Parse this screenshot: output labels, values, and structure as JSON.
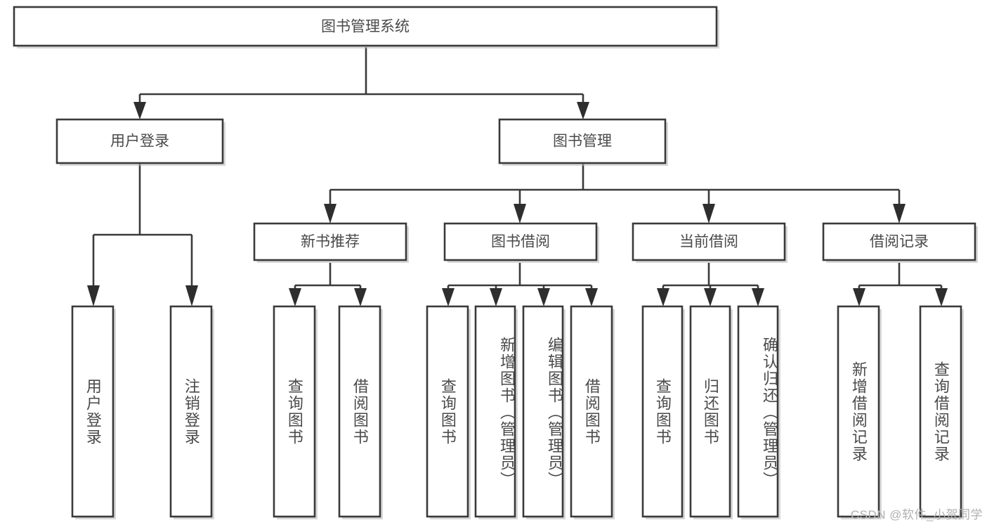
{
  "diagram": {
    "title": "图书管理系统",
    "type": "tree-hierarchy",
    "orientation": "top-down",
    "watermark": "CSDN @软件_小贺同学",
    "colors": {
      "box_stroke": "#3a3a3a",
      "box_fill": "#ffffff",
      "label_text": "#4a4a4a",
      "edge": "#3a3a3a",
      "watermark_text": "#b0b0b0",
      "background": "#ffffff"
    },
    "nodes": {
      "root": {
        "label": "图书管理系统",
        "level": 0
      },
      "user_login": {
        "label": "用户登录",
        "level": 1
      },
      "book_manage": {
        "label": "图书管理",
        "level": 1
      },
      "new_book_rec": {
        "label": "新书推荐",
        "level": 2
      },
      "book_borrow": {
        "label": "图书借阅",
        "level": 2
      },
      "current_borrow": {
        "label": "当前借阅",
        "level": 2
      },
      "borrow_record": {
        "label": "借阅记录",
        "level": 2
      },
      "leaf_user_login": {
        "label": "用户登录",
        "level": 2
      },
      "leaf_user_logout": {
        "label": "注销登录",
        "level": 2
      },
      "leaf_query_book_1": {
        "label": "查询图书",
        "level": 3
      },
      "leaf_borrow_book_1": {
        "label": "借阅图书",
        "level": 3
      },
      "leaf_query_book_2": {
        "label": "查询图书",
        "level": 3
      },
      "leaf_add_book": {
        "label": "新增图书（管理员）",
        "level": 3
      },
      "leaf_edit_book": {
        "label": "编辑图书（管理员）",
        "level": 3
      },
      "leaf_borrow_book_2": {
        "label": "借阅图书",
        "level": 3
      },
      "leaf_query_book_3": {
        "label": "查询图书",
        "level": 3
      },
      "leaf_return_book": {
        "label": "归还图书",
        "level": 3
      },
      "leaf_confirm_return": {
        "label": "确认归还（管理员）",
        "level": 3
      },
      "leaf_add_record": {
        "label": "新增借阅记录",
        "level": 3
      },
      "leaf_query_record": {
        "label": "查询借阅记录",
        "level": 3
      }
    },
    "edges": [
      {
        "from": "root",
        "to": "user_login"
      },
      {
        "from": "root",
        "to": "book_manage"
      },
      {
        "from": "user_login",
        "to": "leaf_user_login"
      },
      {
        "from": "user_login",
        "to": "leaf_user_logout"
      },
      {
        "from": "book_manage",
        "to": "new_book_rec"
      },
      {
        "from": "book_manage",
        "to": "book_borrow"
      },
      {
        "from": "book_manage",
        "to": "current_borrow"
      },
      {
        "from": "book_manage",
        "to": "borrow_record"
      },
      {
        "from": "new_book_rec",
        "to": "leaf_query_book_1"
      },
      {
        "from": "new_book_rec",
        "to": "leaf_borrow_book_1"
      },
      {
        "from": "book_borrow",
        "to": "leaf_query_book_2"
      },
      {
        "from": "book_borrow",
        "to": "leaf_add_book"
      },
      {
        "from": "book_borrow",
        "to": "leaf_edit_book"
      },
      {
        "from": "book_borrow",
        "to": "leaf_borrow_book_2"
      },
      {
        "from": "current_borrow",
        "to": "leaf_query_book_3"
      },
      {
        "from": "current_borrow",
        "to": "leaf_return_book"
      },
      {
        "from": "current_borrow",
        "to": "leaf_confirm_return"
      },
      {
        "from": "borrow_record",
        "to": "leaf_add_record"
      },
      {
        "from": "borrow_record",
        "to": "leaf_query_record"
      }
    ]
  }
}
